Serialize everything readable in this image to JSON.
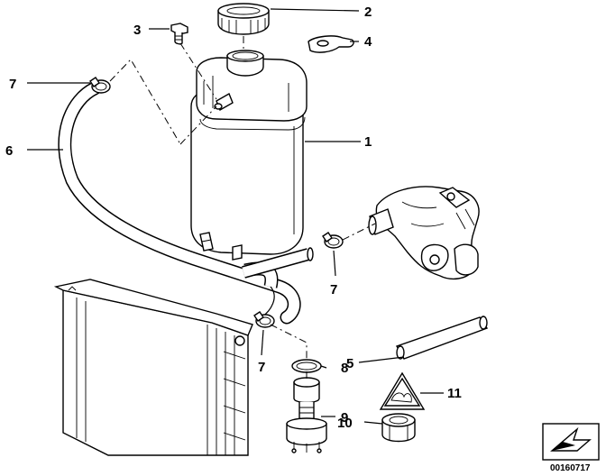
{
  "diagram": {
    "callouts": [
      "1",
      "2",
      "3",
      "4",
      "5",
      "6",
      "7",
      "7",
      "7",
      "8",
      "9",
      "10",
      "11"
    ],
    "doc_number": "00160717"
  }
}
